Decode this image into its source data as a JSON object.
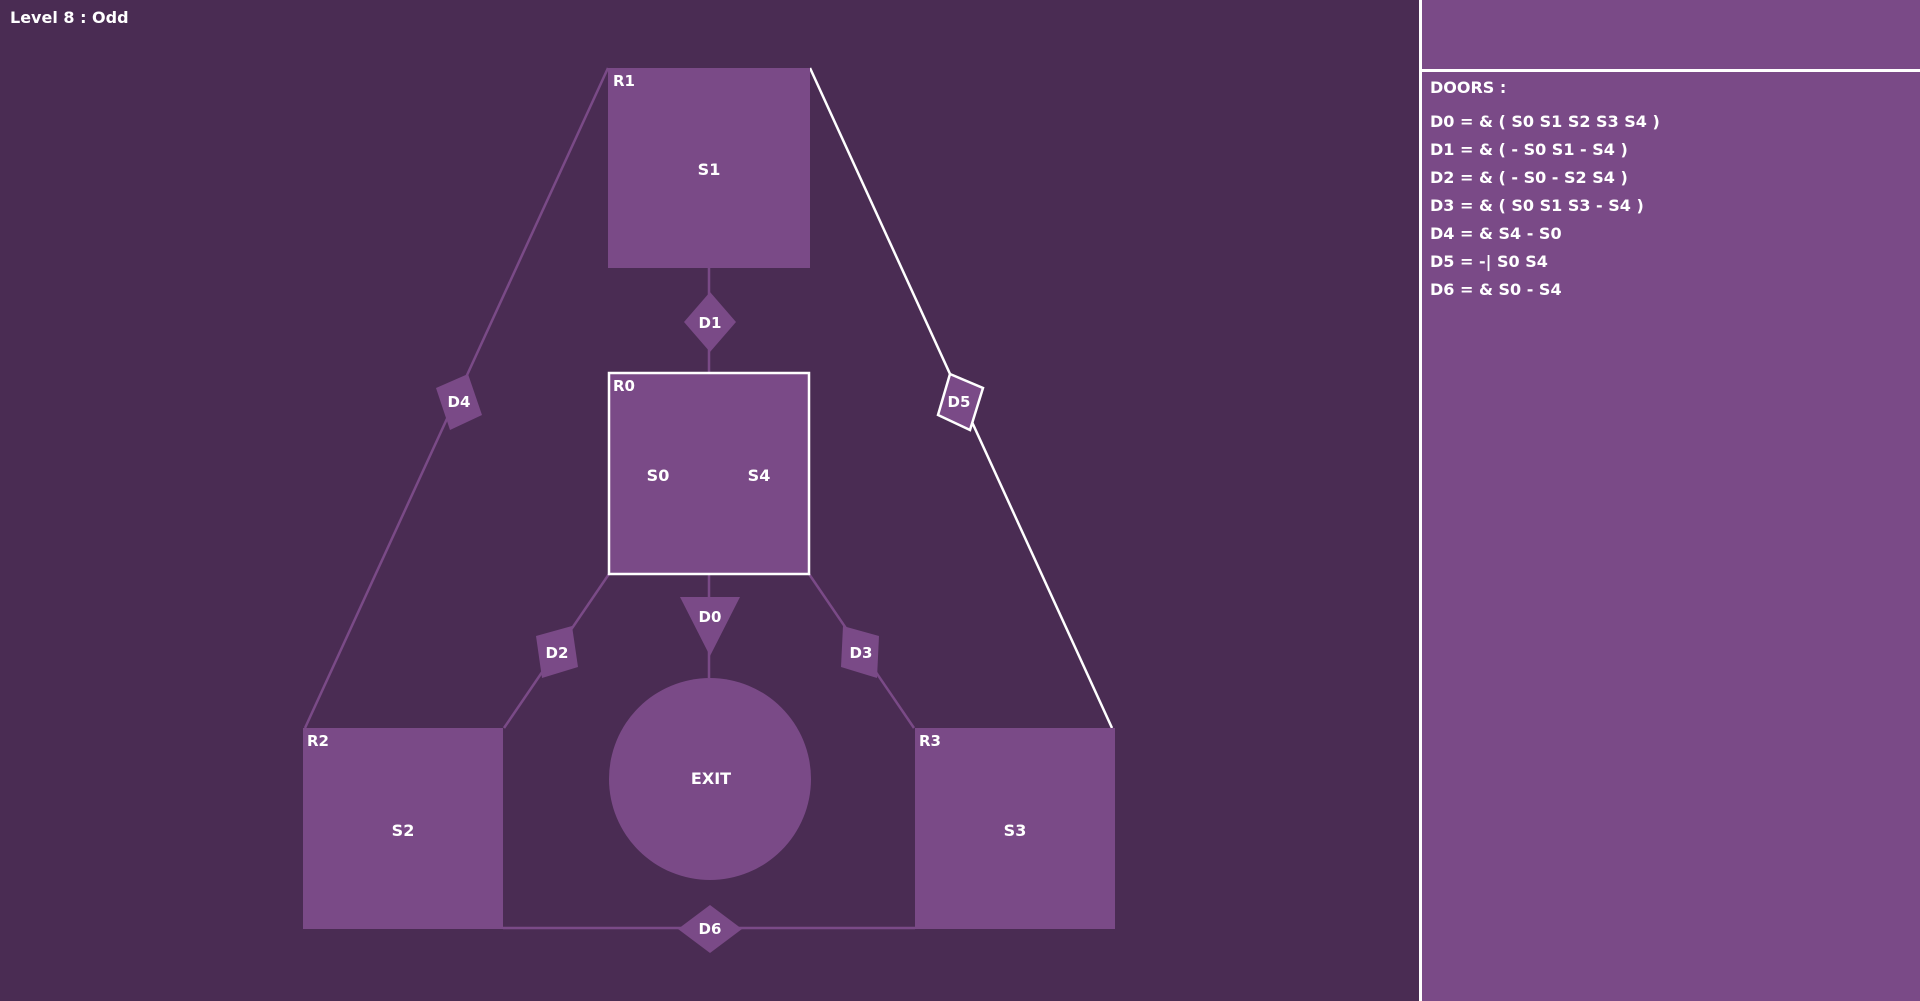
{
  "level_title": "Level 8 : Odd",
  "colors": {
    "background": "#4a2c53",
    "room_fill": "#7a4a87",
    "highlight": "#ffffff",
    "text": "#ffffff"
  },
  "rooms": {
    "r0": {
      "label": "R0",
      "switches": [
        "S0",
        "S4"
      ],
      "selected": true
    },
    "r1": {
      "label": "R1",
      "switches": [
        "S1"
      ]
    },
    "r2": {
      "label": "R2",
      "switches": [
        "S2"
      ]
    },
    "r3": {
      "label": "R3",
      "switches": [
        "S3"
      ]
    },
    "exit": {
      "label": "EXIT"
    }
  },
  "doors": {
    "d0": {
      "label": "D0"
    },
    "d1": {
      "label": "D1"
    },
    "d2": {
      "label": "D2"
    },
    "d3": {
      "label": "D3"
    },
    "d4": {
      "label": "D4"
    },
    "d5": {
      "label": "D5",
      "active": true
    },
    "d6": {
      "label": "D6"
    }
  },
  "sidebar": {
    "heading": "DOORS :",
    "rules": [
      "D0 = & ( S0 S1 S2 S3 S4 )",
      "D1 = & ( - S0 S1 - S4 )",
      "D2 = & ( - S0 - S2 S4 )",
      "D3 = & ( S0 S1 S3 - S4 )",
      "D4 = & S4 - S0",
      "D5 = -| S0 S4",
      "D6 = & S0 - S4"
    ]
  }
}
